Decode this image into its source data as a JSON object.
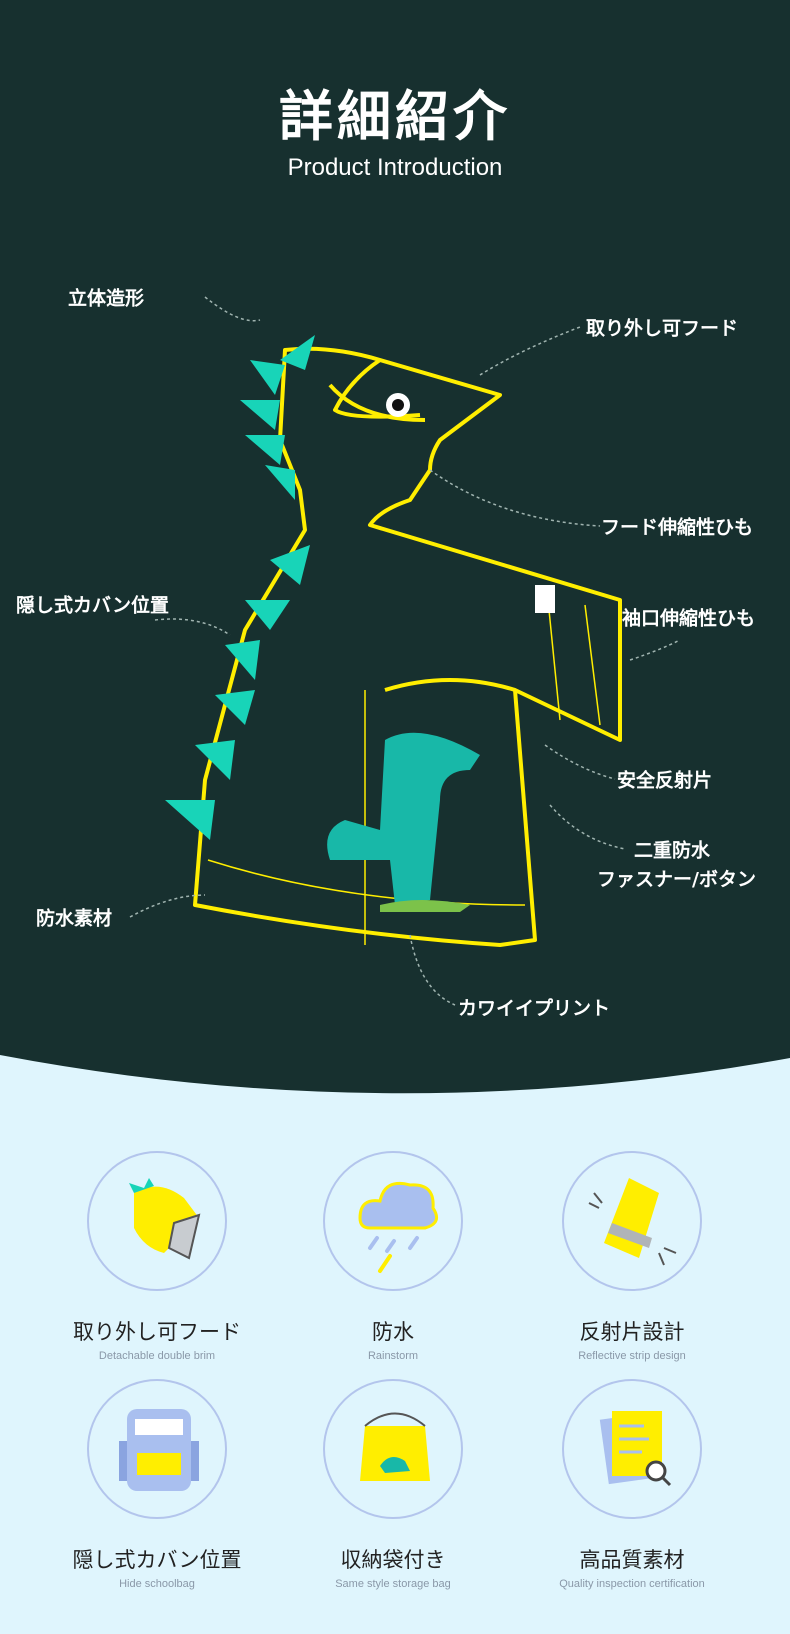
{
  "header": {
    "title": "詳細紹介",
    "subtitle": "Product Introduction"
  },
  "callouts": {
    "three_d": "立体造形",
    "hood": "取り外し可フード",
    "hood_string": "フード伸縮性ひも",
    "cuff_string": "袖口伸縮性ひも",
    "bag_position": "隠し式カバン位置",
    "reflector": "安全反射片",
    "double_waterproof_1": "二重防水",
    "double_waterproof_2": "ファスナー/ボタン",
    "material": "防水素材",
    "print": "カワイイプリント"
  },
  "features": [
    {
      "label": "取り外し可フード",
      "sub": "Detachable double brim",
      "icon": "hood-icon"
    },
    {
      "label": "防水",
      "sub": "Rainstorm",
      "icon": "rain-cloud-icon"
    },
    {
      "label": "反射片設計",
      "sub": "Reflective strip design",
      "icon": "reflective-strip-icon"
    },
    {
      "label": "隠し式カバン位置",
      "sub": "Hide schoolbag",
      "icon": "backpack-icon"
    },
    {
      "label": "収納袋付き",
      "sub": "Same style storage bag",
      "icon": "storage-bag-icon"
    },
    {
      "label": "高品質素材",
      "sub": "Quality inspection certification",
      "icon": "quality-icon"
    }
  ],
  "colors": {
    "dark_bg": "#17302f",
    "light_bg": "#dff5fd",
    "accent_yellow": "#ffee00",
    "accent_teal": "#18d4b8"
  }
}
